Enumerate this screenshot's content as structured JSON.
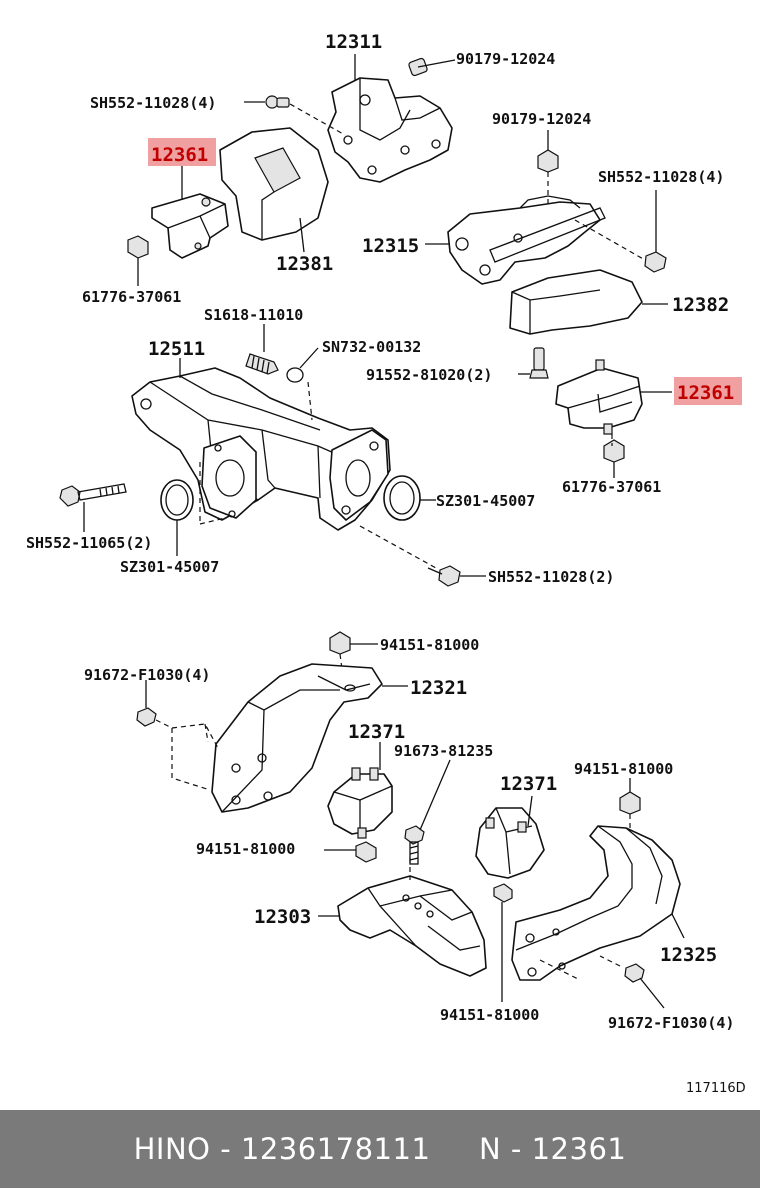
{
  "diagram_code": "117116D",
  "footer": {
    "text": "HINO - 1236178111     N - 12361",
    "background": "#7a7a7a"
  },
  "highlight_color": "#f0a0a0",
  "labels": {
    "l12311": "12311",
    "l90179_a": "90179-12024",
    "lsh552_a": "SH552-11028(4)",
    "l12361_a": "12361",
    "l12381": "12381",
    "l61776_a": "61776-37061",
    "l90179_b": "90179-12024",
    "lsh552_b": "SH552-11028(4)",
    "l12315": "12315",
    "l12382": "12382",
    "l91552": "91552-81020(2)",
    "l12361_b": "12361",
    "l61776_b": "61776-37061",
    "ls1618": "S1618-11010",
    "lsn732": "SN732-00132",
    "l12511": "12511",
    "lsh552_c": "SH552-11065(2)",
    "lsz301_a": "SZ301-45007",
    "lsz301_b": "SZ301-45007",
    "lsh552_d": "SH552-11028(2)",
    "l94151_a": "94151-81000",
    "l91672_a": "91672-F1030(4)",
    "l12321": "12321",
    "l12371_a": "12371",
    "l91673": "91673-81235",
    "l12371_b": "12371",
    "l94151_b": "94151-81000",
    "l94151_c": "94151-81000",
    "l12303": "12303",
    "l12325": "12325",
    "l94151_d": "94151-81000",
    "l91672_b": "91672-F1030(4)"
  }
}
